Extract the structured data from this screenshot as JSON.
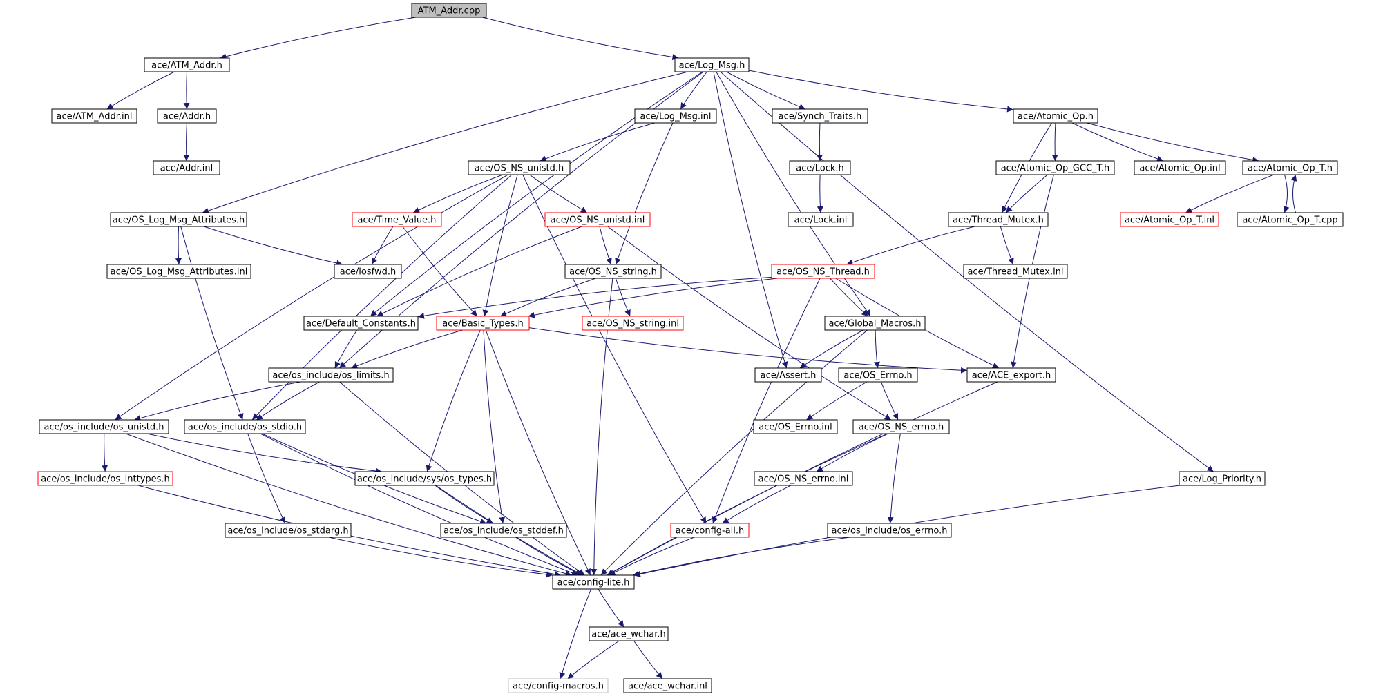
{
  "colors": {
    "edge": "#191970",
    "normal_border": "#000000",
    "incomplete_border": "#ff0000",
    "external_border": "#bfbfbf",
    "root_fill": "#bfbfbf",
    "node_fill": "#ffffff"
  },
  "nodes": [
    {
      "id": "atm_addr_cpp",
      "label": "ATM_Addr.cpp",
      "style": "root"
    },
    {
      "id": "atm_addr_h",
      "label": "ace/ATM_Addr.h",
      "style": "normal"
    },
    {
      "id": "log_msg_h",
      "label": "ace/Log_Msg.h",
      "style": "normal"
    },
    {
      "id": "atm_addr_inl",
      "label": "ace/ATM_Addr.inl",
      "style": "normal"
    },
    {
      "id": "addr_h",
      "label": "ace/Addr.h",
      "style": "normal"
    },
    {
      "id": "addr_inl",
      "label": "ace/Addr.inl",
      "style": "normal"
    },
    {
      "id": "log_msg_inl",
      "label": "ace/Log_Msg.inl",
      "style": "normal"
    },
    {
      "id": "synch_traits_h",
      "label": "ace/Synch_Traits.h",
      "style": "normal"
    },
    {
      "id": "atomic_op_h",
      "label": "ace/Atomic_Op.h",
      "style": "normal"
    },
    {
      "id": "os_ns_unistd_h",
      "label": "ace/OS_NS_unistd.h",
      "style": "normal"
    },
    {
      "id": "lock_h",
      "label": "ace/Lock.h",
      "style": "normal"
    },
    {
      "id": "atomic_op_gcc_t_h",
      "label": "ace/Atomic_Op_GCC_T.h",
      "style": "normal"
    },
    {
      "id": "atomic_op_inl",
      "label": "ace/Atomic_Op.inl",
      "style": "normal"
    },
    {
      "id": "atomic_op_t_h",
      "label": "ace/Atomic_Op_T.h",
      "style": "normal"
    },
    {
      "id": "os_log_msg_attributes_h",
      "label": "ace/OS_Log_Msg_Attributes.h",
      "style": "normal"
    },
    {
      "id": "time_value_h",
      "label": "ace/Time_Value.h",
      "style": "incomplete"
    },
    {
      "id": "os_ns_unistd_inl",
      "label": "ace/OS_NS_unistd.inl",
      "style": "incomplete"
    },
    {
      "id": "lock_inl",
      "label": "ace/Lock.inl",
      "style": "normal"
    },
    {
      "id": "thread_mutex_h",
      "label": "ace/Thread_Mutex.h",
      "style": "normal"
    },
    {
      "id": "atomic_op_t_inl",
      "label": "ace/Atomic_Op_T.inl",
      "style": "incomplete"
    },
    {
      "id": "atomic_op_t_cpp",
      "label": "ace/Atomic_Op_T.cpp",
      "style": "normal"
    },
    {
      "id": "os_log_msg_attributes_inl",
      "label": "ace/OS_Log_Msg_Attributes.inl",
      "style": "normal"
    },
    {
      "id": "iosfwd_h",
      "label": "ace/iosfwd.h",
      "style": "normal"
    },
    {
      "id": "os_ns_string_h",
      "label": "ace/OS_NS_string.h",
      "style": "normal"
    },
    {
      "id": "os_ns_thread_h",
      "label": "ace/OS_NS_Thread.h",
      "style": "incomplete"
    },
    {
      "id": "thread_mutex_inl",
      "label": "ace/Thread_Mutex.inl",
      "style": "normal"
    },
    {
      "id": "default_constants_h",
      "label": "ace/Default_Constants.h",
      "style": "normal"
    },
    {
      "id": "basic_types_h",
      "label": "ace/Basic_Types.h",
      "style": "incomplete"
    },
    {
      "id": "os_ns_string_inl",
      "label": "ace/OS_NS_string.inl",
      "style": "incomplete"
    },
    {
      "id": "global_macros_h",
      "label": "ace/Global_Macros.h",
      "style": "normal"
    },
    {
      "id": "os_limits_h",
      "label": "ace/os_include/os_limits.h",
      "style": "normal"
    },
    {
      "id": "assert_h",
      "label": "ace/Assert.h",
      "style": "normal"
    },
    {
      "id": "os_errno_h",
      "label": "ace/OS_Errno.h",
      "style": "normal"
    },
    {
      "id": "ace_export_h",
      "label": "ace/ACE_export.h",
      "style": "normal"
    },
    {
      "id": "os_unistd_h",
      "label": "ace/os_include/os_unistd.h",
      "style": "normal"
    },
    {
      "id": "os_stdio_h",
      "label": "ace/os_include/os_stdio.h",
      "style": "normal"
    },
    {
      "id": "os_errno_inl",
      "label": "ace/OS_Errno.inl",
      "style": "normal"
    },
    {
      "id": "os_ns_errno_h",
      "label": "ace/OS_NS_errno.h",
      "style": "normal"
    },
    {
      "id": "os_inttypes_h",
      "label": "ace/os_include/os_inttypes.h",
      "style": "incomplete"
    },
    {
      "id": "sys_os_types_h",
      "label": "ace/os_include/sys/os_types.h",
      "style": "normal"
    },
    {
      "id": "os_ns_errno_inl",
      "label": "ace/OS_NS_errno.inl",
      "style": "normal"
    },
    {
      "id": "log_priority_h",
      "label": "ace/Log_Priority.h",
      "style": "normal"
    },
    {
      "id": "os_stdarg_h",
      "label": "ace/os_include/os_stdarg.h",
      "style": "normal"
    },
    {
      "id": "os_stddef_h",
      "label": "ace/os_include/os_stddef.h",
      "style": "normal"
    },
    {
      "id": "config_all_h",
      "label": "ace/config-all.h",
      "style": "incomplete"
    },
    {
      "id": "os_include_errno_h",
      "label": "ace/os_include/os_errno.h",
      "style": "normal"
    },
    {
      "id": "config_lite_h",
      "label": "ace/config-lite.h",
      "style": "normal"
    },
    {
      "id": "ace_wchar_h",
      "label": "ace/ace_wchar.h",
      "style": "normal"
    },
    {
      "id": "config_macros_h",
      "label": "ace/config-macros.h",
      "style": "external"
    },
    {
      "id": "ace_wchar_inl",
      "label": "ace/ace_wchar.inl",
      "style": "normal"
    }
  ],
  "edges": [
    [
      "atm_addr_cpp",
      "atm_addr_h"
    ],
    [
      "atm_addr_cpp",
      "log_msg_h"
    ],
    [
      "atm_addr_h",
      "atm_addr_inl"
    ],
    [
      "atm_addr_h",
      "addr_h"
    ],
    [
      "addr_h",
      "addr_inl"
    ],
    [
      "log_msg_h",
      "log_msg_inl"
    ],
    [
      "log_msg_h",
      "synch_traits_h"
    ],
    [
      "log_msg_h",
      "atomic_op_h"
    ],
    [
      "log_msg_h",
      "os_log_msg_attributes_h"
    ],
    [
      "log_msg_h",
      "default_constants_h"
    ],
    [
      "log_msg_h",
      "os_limits_h"
    ],
    [
      "log_msg_h",
      "assert_h"
    ],
    [
      "log_msg_h",
      "global_macros_h"
    ],
    [
      "log_msg_h",
      "log_priority_h"
    ],
    [
      "log_msg_inl",
      "os_ns_unistd_h"
    ],
    [
      "log_msg_inl",
      "os_ns_string_h"
    ],
    [
      "synch_traits_h",
      "lock_h"
    ],
    [
      "lock_h",
      "lock_inl"
    ],
    [
      "atomic_op_h",
      "atomic_op_gcc_t_h"
    ],
    [
      "atomic_op_h",
      "atomic_op_inl"
    ],
    [
      "atomic_op_h",
      "atomic_op_t_h"
    ],
    [
      "atomic_op_h",
      "thread_mutex_h"
    ],
    [
      "atomic_op_gcc_t_h",
      "thread_mutex_h"
    ],
    [
      "atomic_op_gcc_t_h",
      "ace_export_h"
    ],
    [
      "atomic_op_t_h",
      "atomic_op_t_inl"
    ],
    [
      "atomic_op_t_h",
      "atomic_op_t_cpp"
    ],
    [
      "atomic_op_t_cpp",
      "atomic_op_t_h"
    ],
    [
      "thread_mutex_h",
      "os_ns_thread_h"
    ],
    [
      "thread_mutex_h",
      "thread_mutex_inl"
    ],
    [
      "os_ns_unistd_h",
      "time_value_h"
    ],
    [
      "os_ns_unistd_h",
      "os_ns_unistd_inl"
    ],
    [
      "os_ns_unistd_h",
      "basic_types_h"
    ],
    [
      "os_ns_unistd_h",
      "os_unistd_h"
    ],
    [
      "os_ns_unistd_h",
      "os_stdio_h"
    ],
    [
      "os_ns_unistd_h",
      "config_all_h"
    ],
    [
      "time_value_h",
      "iosfwd_h"
    ],
    [
      "time_value_h",
      "basic_types_h"
    ],
    [
      "os_ns_unistd_inl",
      "os_ns_string_h"
    ],
    [
      "os_ns_unistd_inl",
      "default_constants_h"
    ],
    [
      "os_ns_unistd_inl",
      "os_ns_errno_h"
    ],
    [
      "os_log_msg_attributes_h",
      "os_log_msg_attributes_inl"
    ],
    [
      "os_log_msg_attributes_h",
      "iosfwd_h"
    ],
    [
      "os_log_msg_attributes_h",
      "os_stdio_h"
    ],
    [
      "os_ns_string_h",
      "os_ns_string_inl"
    ],
    [
      "os_ns_string_h",
      "basic_types_h"
    ],
    [
      "os_ns_string_h",
      "config_lite_h"
    ],
    [
      "os_ns_thread_h",
      "global_macros_h"
    ],
    [
      "os_ns_thread_h",
      "ace_export_h"
    ],
    [
      "os_ns_thread_h",
      "basic_types_h"
    ],
    [
      "os_ns_thread_h",
      "default_constants_h"
    ],
    [
      "os_ns_thread_h",
      "config_all_h"
    ],
    [
      "default_constants_h",
      "os_limits_h"
    ],
    [
      "basic_types_h",
      "os_limits_h"
    ],
    [
      "basic_types_h",
      "ace_export_h"
    ],
    [
      "basic_types_h",
      "sys_os_types_h"
    ],
    [
      "basic_types_h",
      "os_stddef_h"
    ],
    [
      "basic_types_h",
      "config_lite_h"
    ],
    [
      "global_macros_h",
      "assert_h"
    ],
    [
      "global_macros_h",
      "os_errno_h"
    ],
    [
      "global_macros_h",
      "config_lite_h"
    ],
    [
      "os_limits_h",
      "os_unistd_h"
    ],
    [
      "os_limits_h",
      "os_stdio_h"
    ],
    [
      "os_limits_h",
      "config_lite_h"
    ],
    [
      "os_errno_h",
      "os_errno_inl"
    ],
    [
      "os_errno_h",
      "os_ns_errno_h"
    ],
    [
      "ace_export_h",
      "config_lite_h"
    ],
    [
      "os_unistd_h",
      "os_inttypes_h"
    ],
    [
      "os_unistd_h",
      "sys_os_types_h"
    ],
    [
      "os_unistd_h",
      "config_lite_h"
    ],
    [
      "os_stdio_h",
      "os_stdarg_h"
    ],
    [
      "os_stdio_h",
      "os_stddef_h"
    ],
    [
      "os_stdio_h",
      "config_lite_h"
    ],
    [
      "os_ns_errno_h",
      "os_ns_errno_inl"
    ],
    [
      "os_ns_errno_h",
      "os_include_errno_h"
    ],
    [
      "os_ns_errno_h",
      "config_lite_h"
    ],
    [
      "os_ns_errno_inl",
      "config_all_h"
    ],
    [
      "os_inttypes_h",
      "config_lite_h"
    ],
    [
      "sys_os_types_h",
      "os_stddef_h"
    ],
    [
      "sys_os_types_h",
      "config_lite_h"
    ],
    [
      "log_priority_h",
      "config_lite_h"
    ],
    [
      "os_stdarg_h",
      "config_lite_h"
    ],
    [
      "os_stddef_h",
      "config_lite_h"
    ],
    [
      "config_all_h",
      "config_lite_h"
    ],
    [
      "os_include_errno_h",
      "config_lite_h"
    ],
    [
      "config_lite_h",
      "ace_wchar_h"
    ],
    [
      "config_lite_h",
      "config_macros_h"
    ],
    [
      "ace_wchar_h",
      "config_macros_h"
    ],
    [
      "ace_wchar_h",
      "ace_wchar_inl"
    ]
  ]
}
